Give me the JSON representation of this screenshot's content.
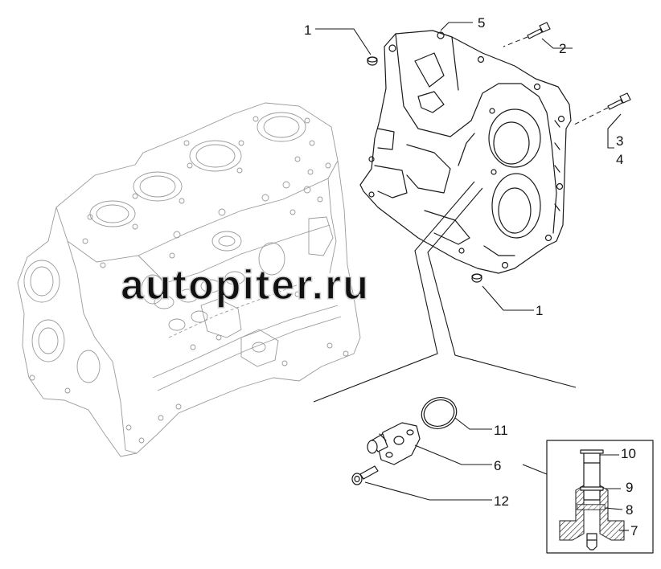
{
  "watermark": {
    "text": "autopiter.ru"
  },
  "callouts": {
    "c1_top": "1",
    "c1_bottom": "1",
    "c2": "2",
    "c3": "3",
    "c4": "4",
    "c5": "5",
    "c6": "6",
    "c7": "7",
    "c8": "8",
    "c9": "9",
    "c10": "10",
    "c11": "11",
    "c12": "12"
  }
}
